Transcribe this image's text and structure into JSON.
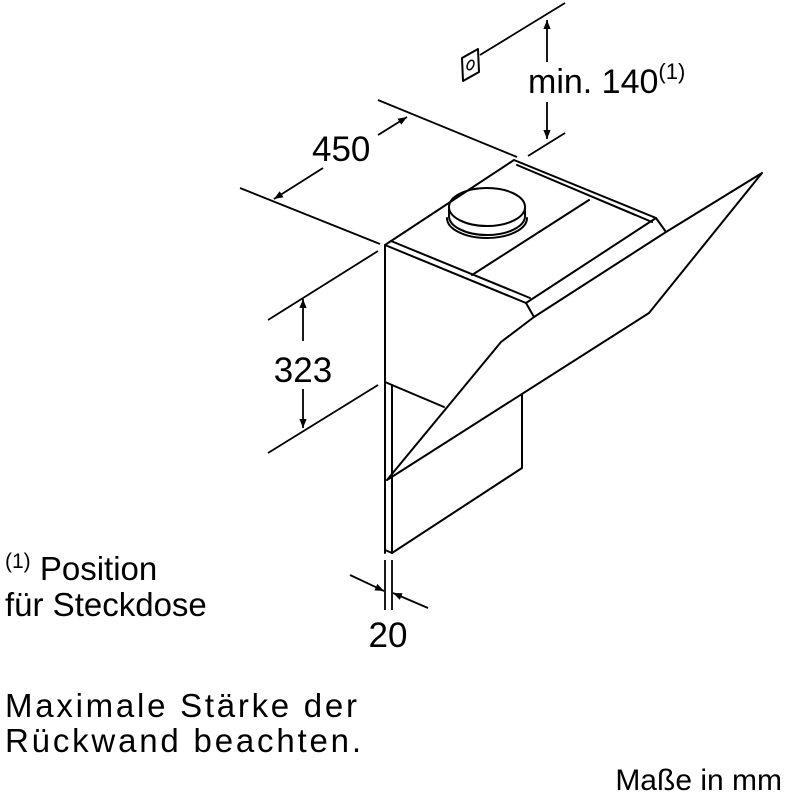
{
  "dimensions": {
    "socket_height": "min. 140",
    "socket_height_note": "(1)",
    "width": "450",
    "height": "323",
    "panel_thickness": "20"
  },
  "footnote": {
    "marker": "(1)",
    "line1": " Position",
    "line2": "für Steckdose"
  },
  "note": {
    "line1": "Maximale Stärke der",
    "line2": "Rückwand beachten."
  },
  "units": "Maße in mm",
  "icons": [
    "socket-icon",
    "duct-outlet"
  ]
}
